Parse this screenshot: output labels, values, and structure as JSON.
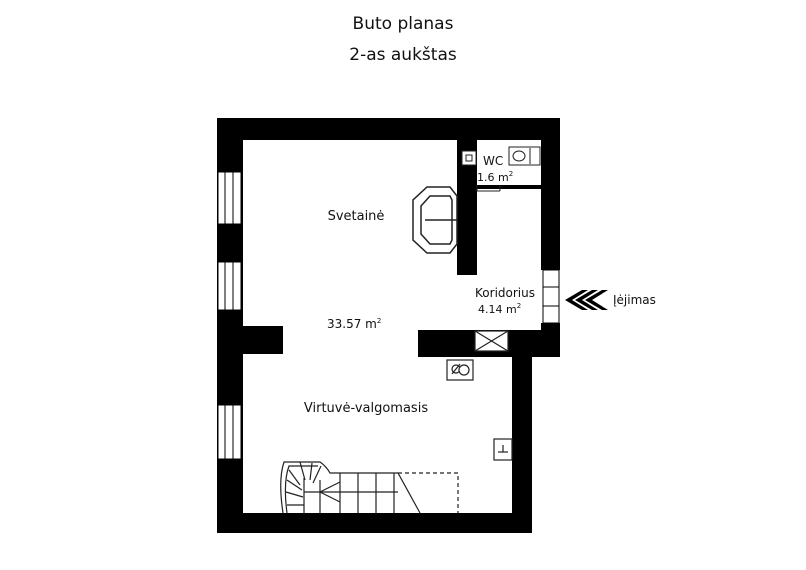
{
  "header": {
    "title": "Buto planas",
    "subtitle": "2-as aukštas"
  },
  "rooms": {
    "living": {
      "name": "Svetainė"
    },
    "area_main": {
      "value": "33.57 m",
      "sup": "2"
    },
    "kitchen": {
      "name": "Virtuvė-valgomasis"
    },
    "wc": {
      "name": "WC",
      "area": "1.6 m",
      "sup": "2"
    },
    "corridor": {
      "name": "Koridorius",
      "area": "4.14 m",
      "sup": "2"
    }
  },
  "entrance": {
    "label": "Įėjimas",
    "icon": "chevron-arrows-icon"
  },
  "colors": {
    "wall": "#000000",
    "background": "#ffffff",
    "line": "#222222"
  }
}
